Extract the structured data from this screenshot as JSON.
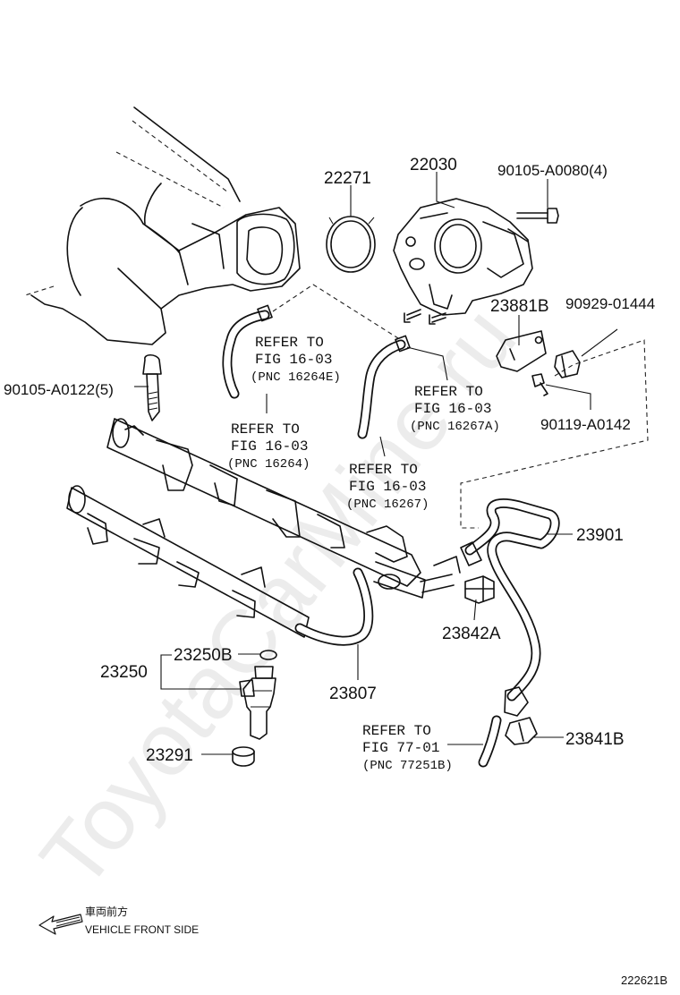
{
  "watermark": "ToyotaCarMine.ru",
  "labels": {
    "p22271": "22271",
    "p22030": "22030",
    "p90105_a0080": "90105-A0080(4)",
    "p23881b": "23881B",
    "p90929_01444": "90929-01444",
    "p90105_a0122": "90105-A0122(5)",
    "p90119_a0142": "90119-A0142",
    "p23901": "23901",
    "p23842a": "23842A",
    "p23250b": "23250B",
    "p23250": "23250",
    "p23807": "23807",
    "p23291": "23291",
    "p23841b": "23841B"
  },
  "refs": [
    {
      "l1": "REFER TO",
      "l2": "FIG 16-03",
      "l3": "(PNC 16264E)"
    },
    {
      "l1": "REFER TO",
      "l2": "FIG 16-03",
      "l3": "(PNC 16267A)"
    },
    {
      "l1": "REFER TO",
      "l2": "FIG 16-03",
      "l3": "(PNC 16264)"
    },
    {
      "l1": "REFER TO",
      "l2": "FIG 16-03",
      "l3": "(PNC 16267)"
    },
    {
      "l1": "REFER TO",
      "l2": "FIG 77-01",
      "l3": "(PNC 77251B)"
    }
  ],
  "direction": {
    "japanese": "車両前方",
    "english": "VEHICLE FRONT SIDE",
    "icon": "arrow-left-icon"
  },
  "figure_number": "222621B"
}
